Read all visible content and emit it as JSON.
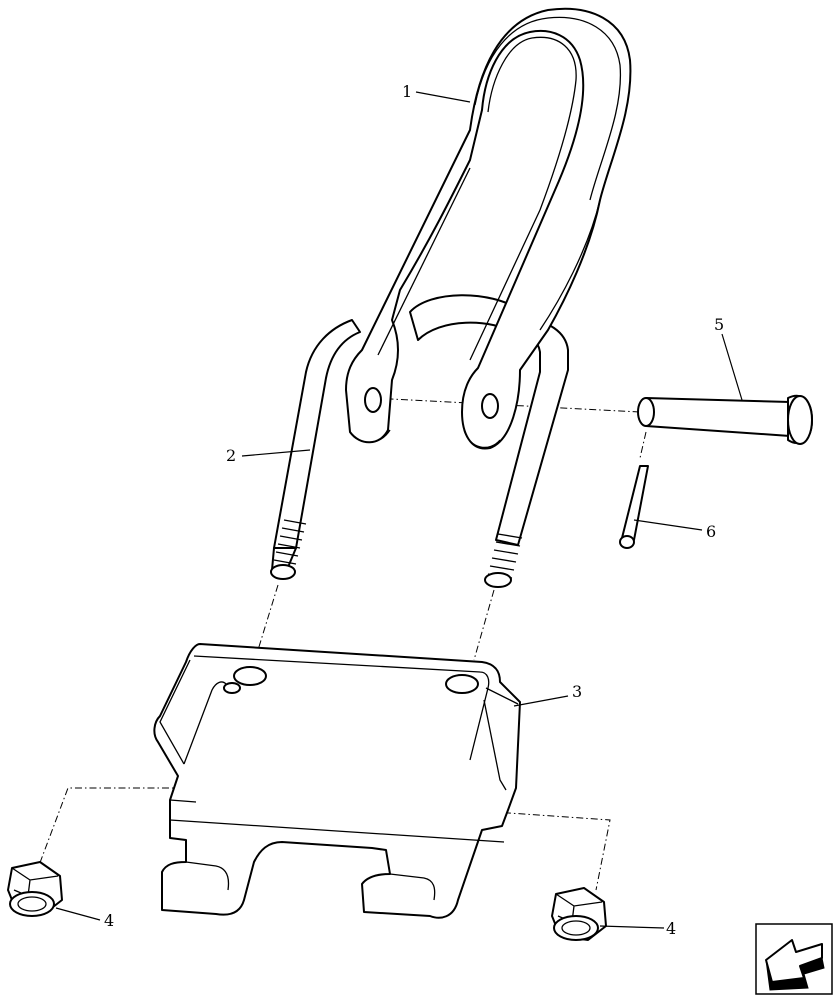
{
  "callouts": [
    {
      "id": "1",
      "label": "1"
    },
    {
      "id": "2",
      "label": "2"
    },
    {
      "id": "3",
      "label": "3"
    },
    {
      "id": "4a",
      "label": "4"
    },
    {
      "id": "4b",
      "label": "4"
    },
    {
      "id": "5",
      "label": "5"
    },
    {
      "id": "6",
      "label": "6"
    }
  ],
  "icons": {
    "nav_arrow": "previous-page-arrow-icon"
  },
  "colors": {
    "line": "#000000",
    "background": "#ffffff"
  }
}
